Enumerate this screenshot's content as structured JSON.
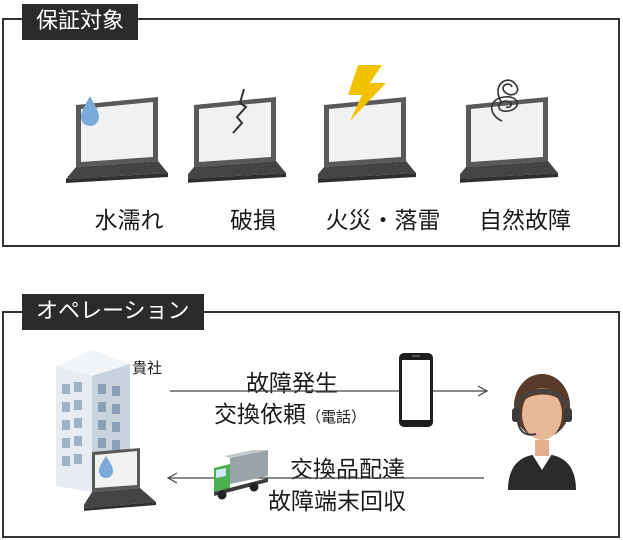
{
  "coverage": {
    "title": "保証対象",
    "items": [
      {
        "label": "水濡れ",
        "icon": "laptop-water-drop-icon"
      },
      {
        "label": "破損",
        "icon": "laptop-cracked-screen-icon"
      },
      {
        "label": "火災・落雷",
        "icon": "laptop-lightning-icon"
      },
      {
        "label": "自然故障",
        "icon": "laptop-malfunction-icon"
      }
    ]
  },
  "operation": {
    "title": "オペレーション",
    "company_label": "貴社",
    "flow_to_center": {
      "line1": "故障発生",
      "line2": "交換依頼",
      "note": "（電話）"
    },
    "flow_to_company": {
      "line1": "交換品配達",
      "line2": "故障端末回収"
    }
  },
  "colors": {
    "tab_bg": "#2b2b2b",
    "drop": "#7aaad8",
    "lightning": "#f2c200",
    "truck_cab": "#4caf50"
  }
}
